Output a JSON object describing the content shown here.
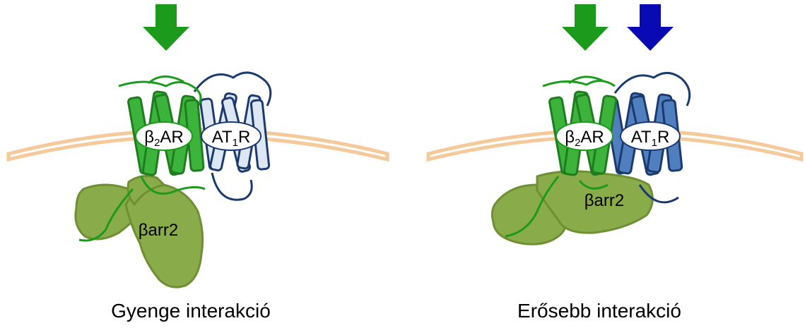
{
  "colors": {
    "green": "#1b9a1b",
    "blue": "#0a0ab4",
    "membrane": "#f5c99a",
    "b2ar_fill": "#3cb43c",
    "b2ar_stroke": "#1f7d1f",
    "at1r_fill_weak": "#dde6f3",
    "at1r_fill_strong": "#4f7fbe",
    "at1r_stroke": "#1b3a6e",
    "arrestin_fill": "#8aab4a",
    "arrestin_stroke": "#6f8f33"
  },
  "panels": [
    {
      "b2ar": {
        "greek": "β",
        "sub": "2",
        "rest": "AR"
      },
      "at1r": {
        "main": "AT",
        "sub": "1",
        "rest": "R"
      },
      "arrestin": "βarr2",
      "caption": "Gyenge interakció",
      "arrows": [
        "green"
      ]
    },
    {
      "b2ar": {
        "greek": "β",
        "sub": "2",
        "rest": "AR"
      },
      "at1r": {
        "main": "AT",
        "sub": "1",
        "rest": "R"
      },
      "arrestin": "βarr2",
      "caption": "Erősebb interakció",
      "arrows": [
        "green",
        "blue"
      ]
    }
  ]
}
